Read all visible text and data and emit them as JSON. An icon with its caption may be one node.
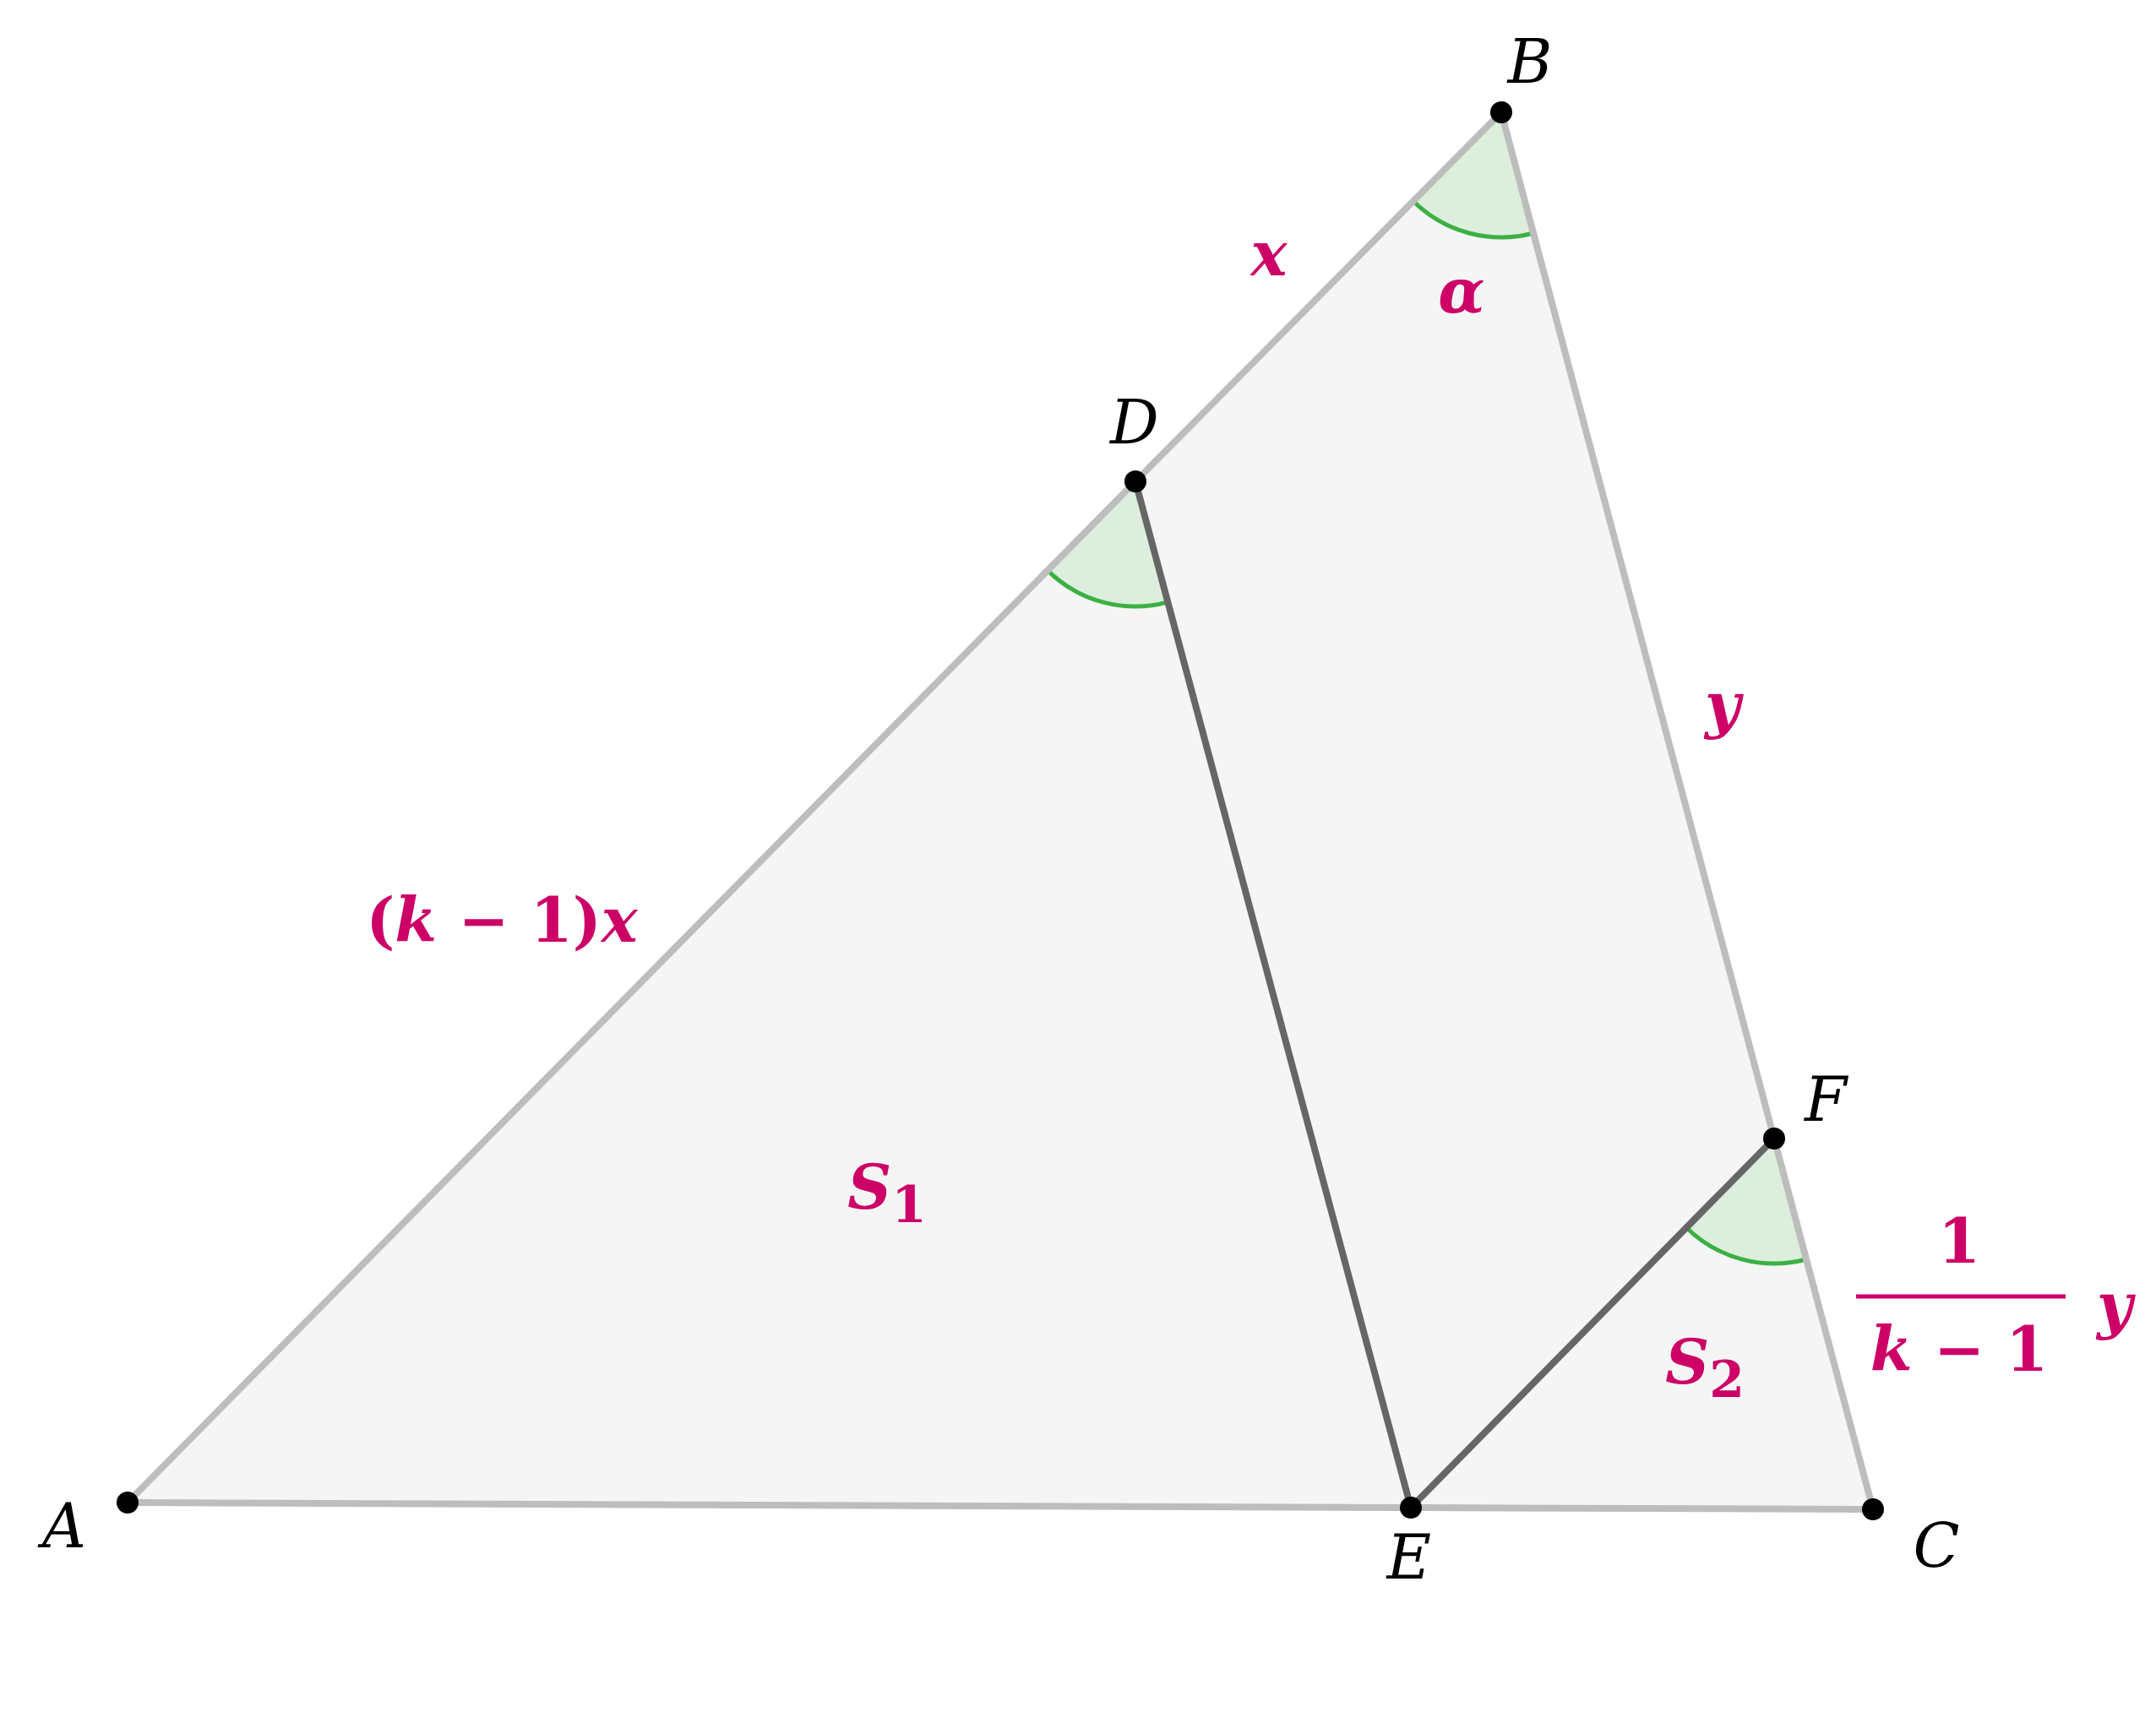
{
  "diagram": {
    "nodes": [
      {
        "text": [
          "B"
        ]
      },
      {
        "text": [
          "D"
        ]
      },
      {
        "text": [
          "F"
        ]
      },
      {
        "text": [
          "A"
        ]
      },
      {
        "text": [
          "E"
        ]
      },
      {
        "text": [
          "C"
        ]
      }
    ],
    "edges": [
      {
        "from": 3,
        "to": 1,
        "arrow": "none"
      },
      {
        "from": 1,
        "to": 0,
        "arrow": "none"
      },
      {
        "from": 0,
        "to": 2,
        "arrow": "none"
      },
      {
        "from": 2,
        "to": 5,
        "arrow": "none"
      },
      {
        "from": 3,
        "to": 4,
        "arrow": "none"
      },
      {
        "from": 4,
        "to": 5,
        "arrow": "none"
      },
      {
        "from": 1,
        "to": 4,
        "arrow": "none",
        "color": "#666666"
      },
      {
        "from": 4,
        "to": 2,
        "arrow": "none",
        "color": "#666666"
      }
    ],
    "labels": [
      "x",
      "α",
      "y",
      "(*k* − 1)*x*",
      "*S*$_{1}$",
      "1",
      "*S*$_{2}$",
      "*k* − 1",
      "y"
    ]
  }
}
